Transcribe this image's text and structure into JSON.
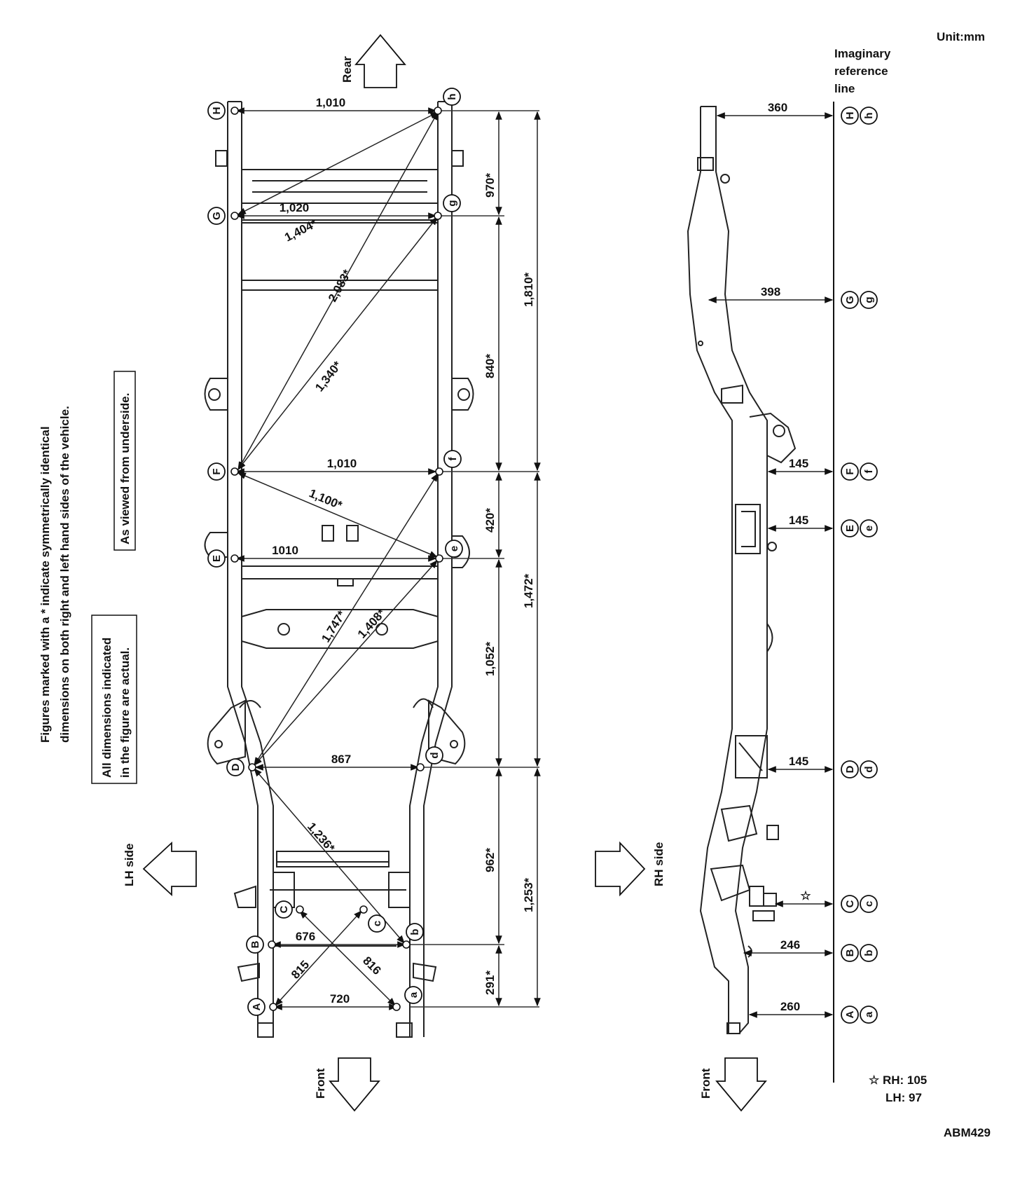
{
  "header": {
    "unit": "Unit:mm",
    "reference_line": [
      "Imaginary",
      "reference",
      "line"
    ]
  },
  "notes": {
    "symmetric_line1": "Figures marked with a * indicate symmetrically identical",
    "symmetric_line2": "dimensions on both right and left hand sides of the vehicle.",
    "viewed": "As viewed from underside.",
    "actual_line1": "All dimensions indicated",
    "actual_line2": "in the figure are actual."
  },
  "directions": {
    "rear": "Rear",
    "front_left": "Front",
    "front_right": "Front",
    "lh_side": "LH side",
    "rh_side": "RH side"
  },
  "plan_view": {
    "upper_points": [
      "A",
      "B",
      "C",
      "D",
      "E",
      "F",
      "G",
      "H"
    ],
    "lower_points": [
      "a",
      "b",
      "c",
      "d",
      "e",
      "f",
      "g",
      "h"
    ],
    "widths": {
      "H_h": "1,010",
      "G_g": "1,020",
      "F_f": "1,010",
      "E_e": "1010",
      "D_d": "867",
      "B_b": "676",
      "A_a": "720"
    },
    "diagonals": {
      "h_G": "1,404*",
      "h_F": "2,083*",
      "g_F": "1,340*",
      "F_e": "1,100*",
      "D_f": "1,747*",
      "D_e": "1,408*",
      "D_b": "1,236*",
      "A_c": "815",
      "C_a": "816"
    },
    "lengths": {
      "h_g": "970*",
      "g_f": "840*",
      "f_e": "420*",
      "e_d": "1,052*",
      "d_b": "962*",
      "b_a": "291*",
      "h_f": "1,810*",
      "f_d": "1,472*",
      "d_a": "1,253*"
    }
  },
  "side_view": {
    "heights": {
      "H": "360",
      "G": "398",
      "F": "145",
      "E": "145",
      "D": "145",
      "C": "☆",
      "B": "246",
      "A": "260"
    },
    "star_note_line1": "☆ RH: 105",
    "star_note_line2": "LH: 97"
  },
  "footer": {
    "code": "ABM429"
  }
}
